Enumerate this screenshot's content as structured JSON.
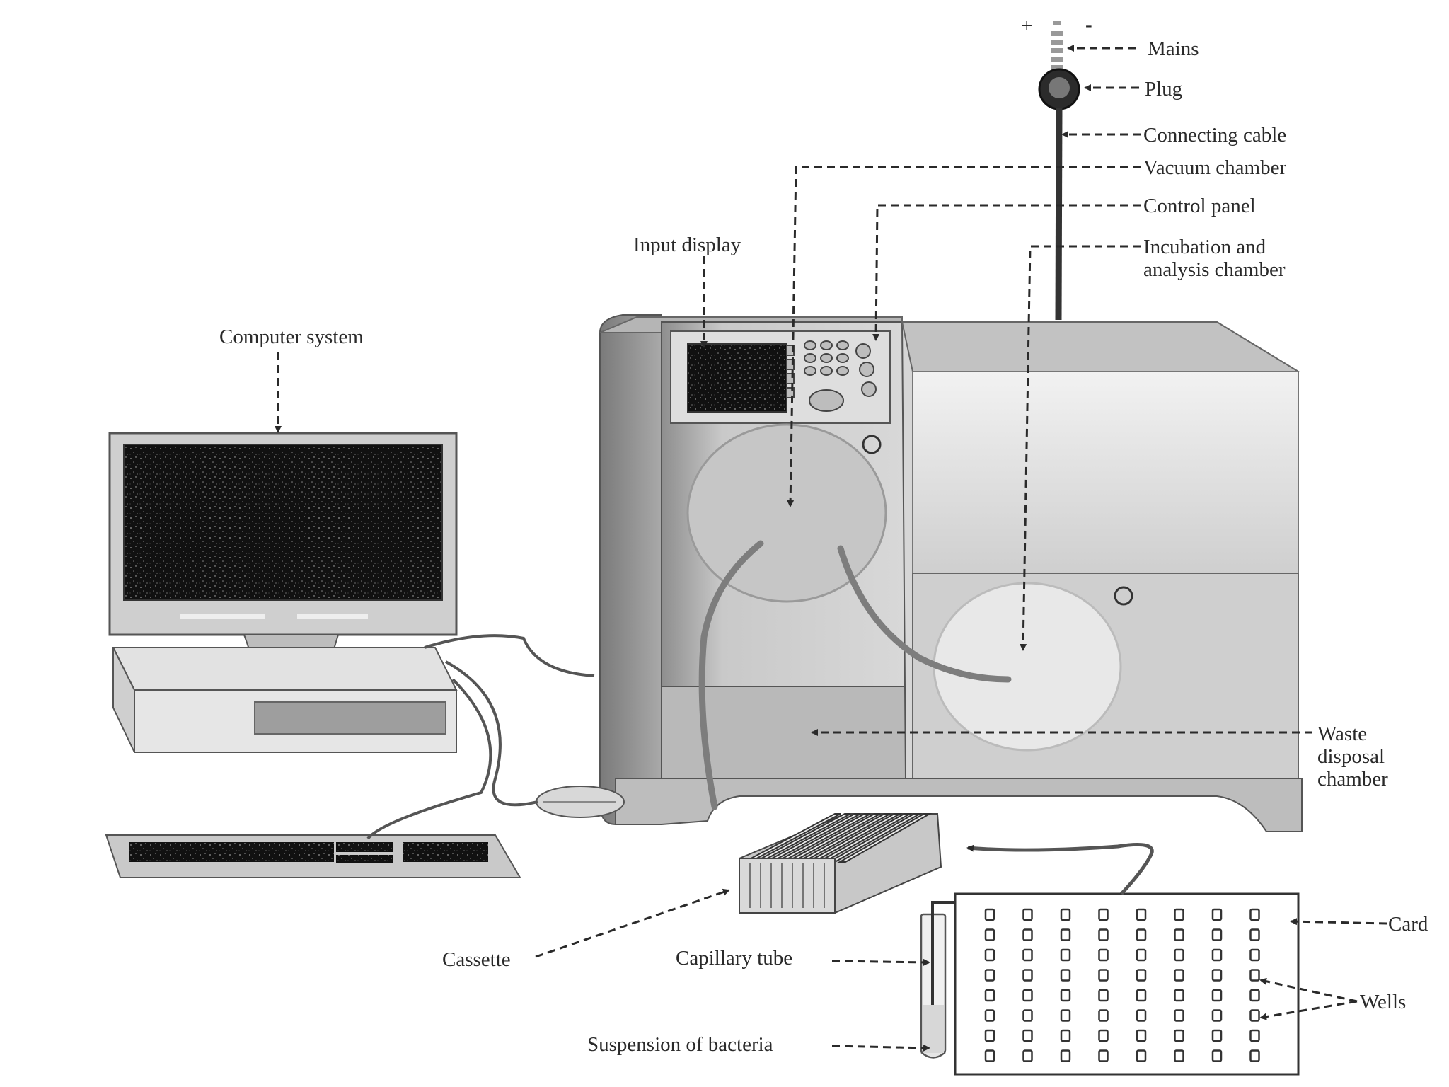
{
  "diagram": {
    "labels": {
      "mains": "Mains",
      "plug": "Plug",
      "connecting_cable": "Connecting cable",
      "vacuum_chamber": "Vacuum chamber",
      "control_panel": "Control panel",
      "incubation_line1": "Incubation and",
      "incubation_line2": "analysis chamber",
      "input_display": "Input display",
      "computer_system": "Computer system",
      "waste_line1": "Waste",
      "waste_line2": "disposal",
      "waste_line3": "chamber",
      "card": "Card",
      "wells": "Wells",
      "cassette": "Cassette",
      "capillary_tube": "Capillary tube",
      "suspension": "Suspension of bacteria"
    },
    "mains_symbols": {
      "plus": "+",
      "minus": "-"
    },
    "card_wells": {
      "columns": 8,
      "rows": 8
    }
  }
}
